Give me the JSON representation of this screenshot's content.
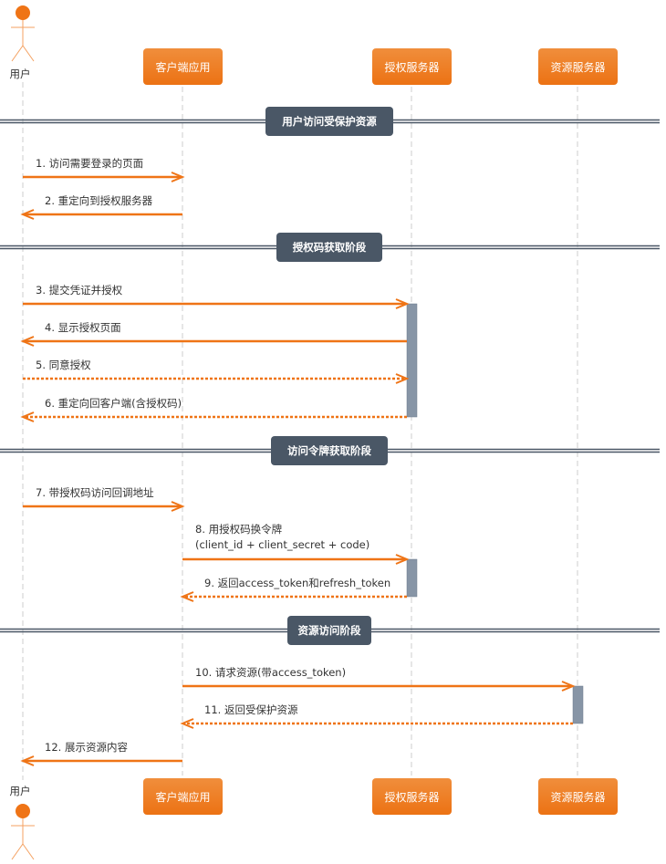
{
  "participants": [
    {
      "id": "user",
      "label": "用户",
      "type": "actor"
    },
    {
      "id": "client",
      "label": "客户端应用",
      "type": "box"
    },
    {
      "id": "auth",
      "label": "授权服务器",
      "type": "box"
    },
    {
      "id": "resource",
      "label": "资源服务器",
      "type": "box"
    }
  ],
  "sections": [
    "用户访问受保护资源",
    "授权码获取阶段",
    "访问令牌获取阶段",
    "资源访问阶段"
  ],
  "messages": [
    {
      "from": "user",
      "to": "client",
      "label": "1. 访问需要登录的页面",
      "dashed": false
    },
    {
      "from": "client",
      "to": "user",
      "label": "2. 重定向到授权服务器",
      "dashed": false
    },
    {
      "from": "user",
      "to": "auth",
      "label": "3. 提交凭证并授权",
      "dashed": false
    },
    {
      "from": "auth",
      "to": "user",
      "label": "4. 显示授权页面",
      "dashed": false
    },
    {
      "from": "user",
      "to": "auth",
      "label": "5. 同意授权",
      "dashed": true
    },
    {
      "from": "auth",
      "to": "user",
      "label": "6. 重定向回客户端(含授权码)",
      "dashed": true
    },
    {
      "from": "user",
      "to": "client",
      "label": "7. 带授权码访问回调地址",
      "dashed": false
    },
    {
      "from": "client",
      "to": "auth",
      "label": "8. 用授权码换令牌",
      "label2": "(client_id + client_secret + code)",
      "dashed": false
    },
    {
      "from": "auth",
      "to": "client",
      "label": "9. 返回access_token和refresh_token",
      "dashed": true
    },
    {
      "from": "client",
      "to": "resource",
      "label": "10. 请求资源(带access_token)",
      "dashed": false
    },
    {
      "from": "resource",
      "to": "client",
      "label": "11. 返回受保护资源",
      "dashed": true
    },
    {
      "from": "client",
      "to": "user",
      "label": "12. 展示资源内容",
      "dashed": false
    }
  ],
  "colors": {
    "accent": "#ef7416",
    "box": "#ef7d22",
    "separator": "#4a5766",
    "activation": "#8795a6",
    "lifeline": "#cccccc",
    "text": "#333333"
  }
}
